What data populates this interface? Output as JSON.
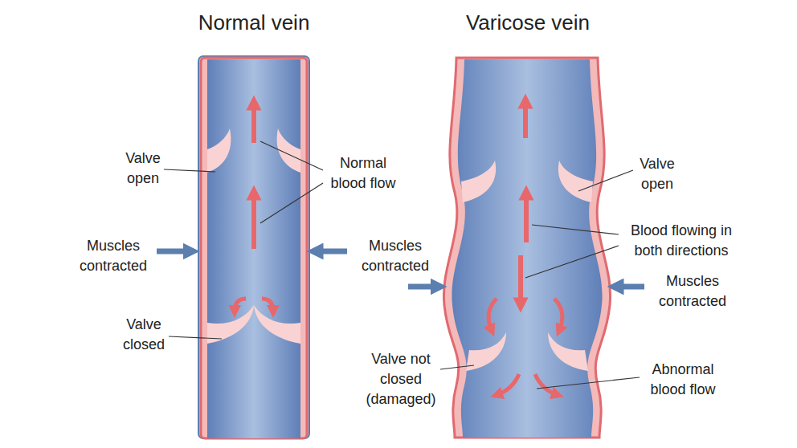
{
  "diagram": {
    "labels": [
      "Normal vein",
      "Varicose vein",
      "Valve open",
      "Normal blood flow",
      "Muscles contracted",
      "Valve closed",
      "Muscles contracted",
      "Valve open",
      "Blood flowing in both directions",
      "Muscles contracted",
      "Valve not closed (damaged)",
      "Abnormal blood flow"
    ]
  }
}
